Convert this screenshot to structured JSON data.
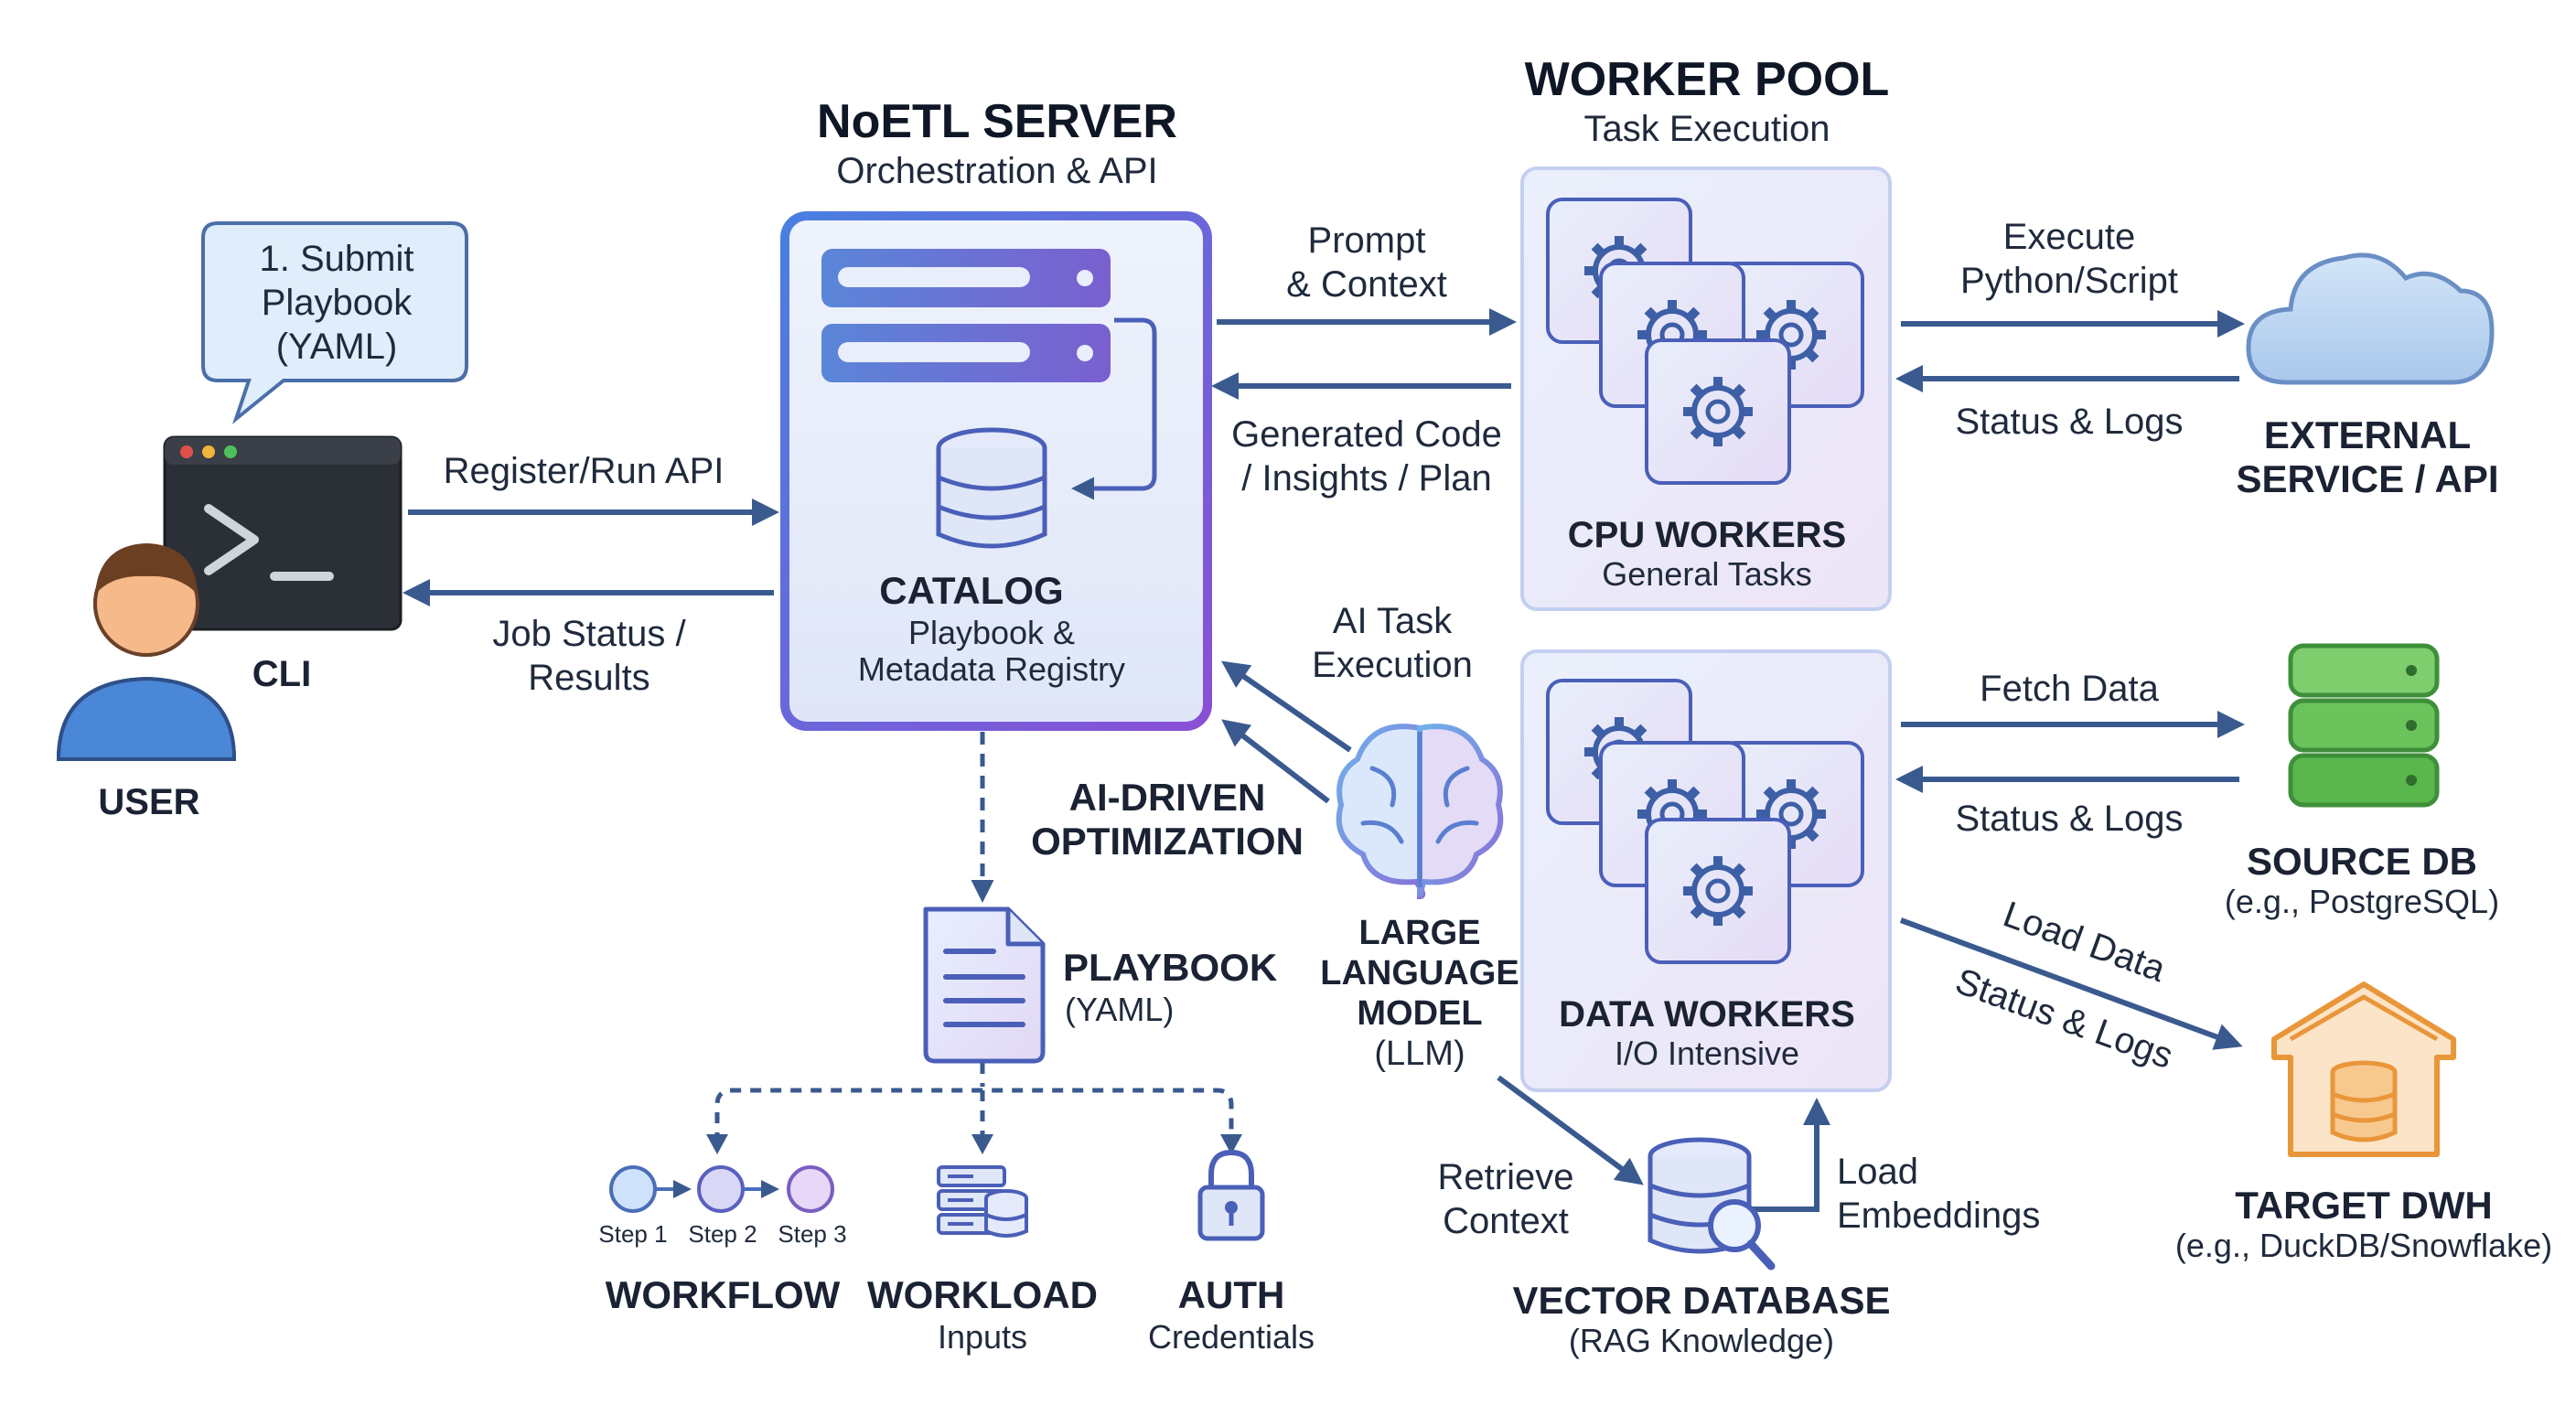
{
  "user": {
    "label": "USER"
  },
  "cli": {
    "label": "CLI"
  },
  "submit_bubble": {
    "line1": "1. Submit",
    "line2": "Playbook",
    "line3": "(YAML)"
  },
  "register_run": {
    "label": "Register/Run API"
  },
  "job_status": {
    "line1": "Job Status /",
    "line2": "Results"
  },
  "server": {
    "title": "NoETL SERVER",
    "subtitle": "Orchestration & API"
  },
  "catalog": {
    "title": "CATALOG",
    "line1": "Playbook &",
    "line2": "Metadata Registry"
  },
  "prompt_context": {
    "line1": "Prompt",
    "line2": "& Context"
  },
  "generated_code": {
    "line1": "Generated Code",
    "line2": "/ Insights / Plan"
  },
  "ai_task": {
    "line1": "AI Task",
    "line2": "Execution"
  },
  "ai_driven": {
    "line1": "AI-DRIVEN",
    "line2": "OPTIMIZATION"
  },
  "llm": {
    "line1": "LARGE",
    "line2": "LANGUAGE",
    "line3": "MODEL",
    "line4": "(LLM)"
  },
  "worker_pool": {
    "title": "WORKER POOL",
    "subtitle": "Task Execution"
  },
  "cpu_workers": {
    "title": "CPU WORKERS",
    "subtitle": "General Tasks"
  },
  "data_workers": {
    "title": "DATA WORKERS",
    "subtitle": "I/O Intensive"
  },
  "execute_python": {
    "line1": "Execute",
    "line2": "Python/Script"
  },
  "status_logs_1": {
    "label": "Status & Logs"
  },
  "external_service": {
    "line1": "EXTERNAL",
    "line2": "SERVICE / API"
  },
  "fetch_data": {
    "label": "Fetch Data"
  },
  "status_logs_2": {
    "label": "Status & Logs"
  },
  "source_db": {
    "title": "SOURCE DB",
    "subtitle": "(e.g., PostgreSQL)"
  },
  "load_data": {
    "label": "Load Data"
  },
  "status_logs_3": {
    "label": "Status & Logs"
  },
  "target_dwh": {
    "title": "TARGET DWH",
    "subtitle": "(e.g., DuckDB/Snowflake)"
  },
  "retrieve_context": {
    "line1": "Retrieve",
    "line2": "Context"
  },
  "load_embeddings": {
    "line1": "Load",
    "line2": "Embeddings"
  },
  "vector_db": {
    "title": "VECTOR DATABASE",
    "subtitle": "(RAG Knowledge)"
  },
  "playbook": {
    "title": "PLAYBOOK",
    "subtitle": "(YAML)"
  },
  "workflow": {
    "title": "WORKFLOW",
    "step1": "Step 1",
    "step2": "Step 2",
    "step3": "Step 3"
  },
  "workload": {
    "title": "WORKLOAD",
    "subtitle": "Inputs"
  },
  "auth": {
    "title": "AUTH",
    "subtitle": "Credentials"
  },
  "colors": {
    "arrow": "#3a5a8f",
    "server_border": "#5b5fd6",
    "worker_panel": "#ece9f8",
    "source_db_green": "#4fb04f",
    "target_orange": "#e9963a",
    "cloud": "#a9c8ec"
  }
}
